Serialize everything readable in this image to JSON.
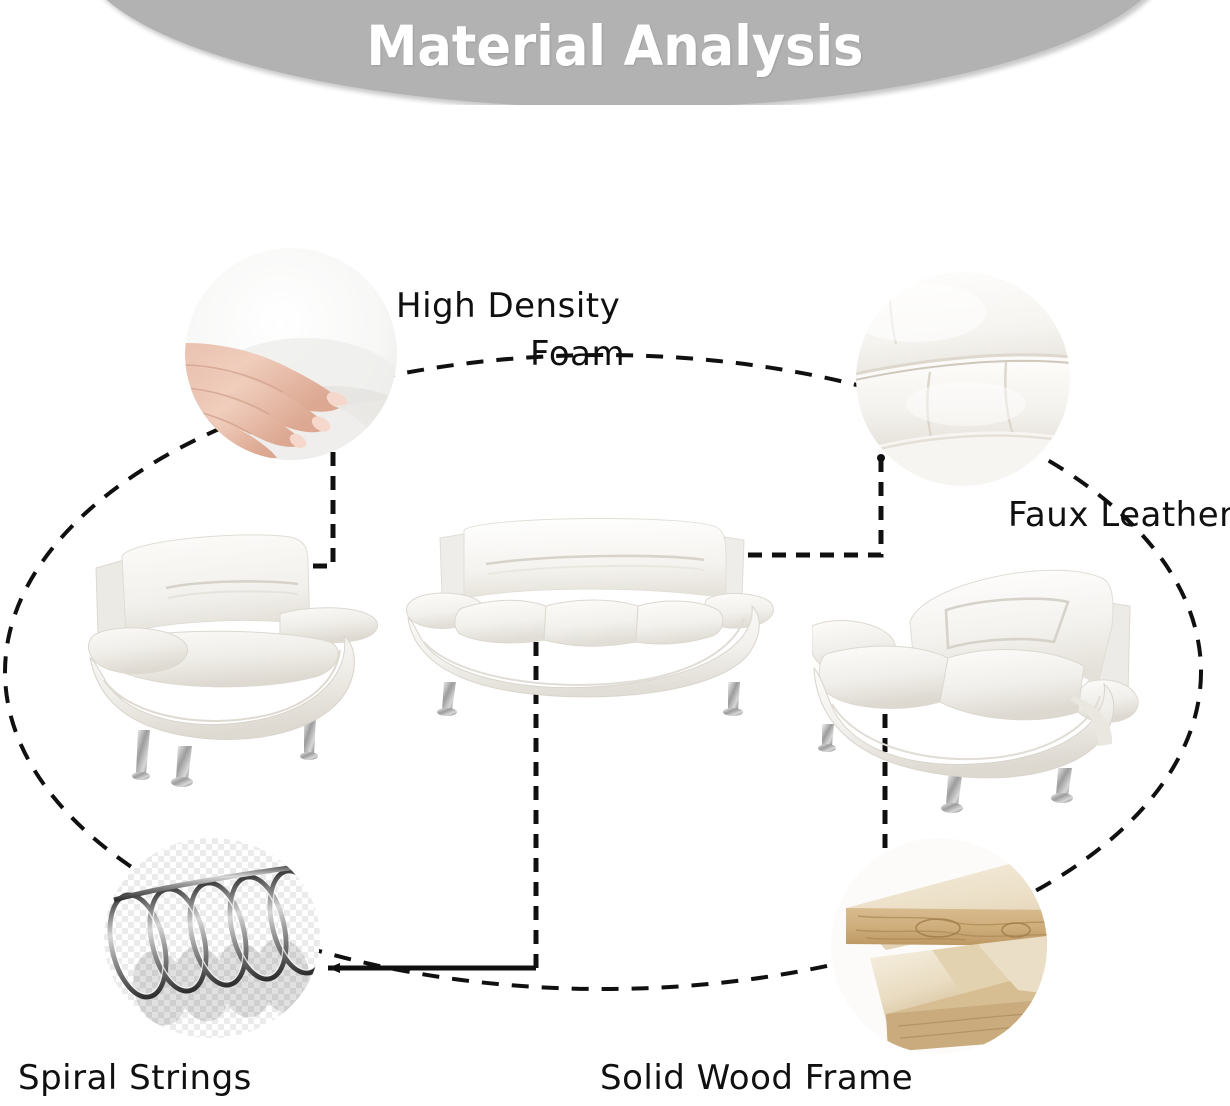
{
  "header": {
    "title": "Material Analysis",
    "banner_color": "#b2b2b2",
    "title_color": "#ffffff"
  },
  "diagram": {
    "background_color": "#ffffff",
    "line_color": "#101010",
    "ellipse_style": "dashed",
    "layout": "central dashed ellipse linking four circular material close-up photos to three sofa-set pieces"
  },
  "labels": {
    "foam_line1": "High Density",
    "foam_line2": "Foam",
    "leather": "Faux Leather",
    "spiral": "Spiral Strings",
    "wood": "Solid Wood Frame"
  },
  "callouts": [
    {
      "id": "high-density-foam",
      "label": "High Density Foam",
      "photo": "hand pressing white high density foam",
      "position": "top-left",
      "connector": "elbow line from circle down then left to armchair backrest"
    },
    {
      "id": "faux-leather",
      "label": "Faux Leather",
      "photo": "close-up of white faux leather upholstery seams",
      "position": "top-right",
      "connector": "elbow line from circle down then left to sofa backrest"
    },
    {
      "id": "spiral-strings",
      "label": "Spiral Strings",
      "photo": "metal coil spring on checkerboard background",
      "position": "bottom-left",
      "connector": "solid line right then dashed line up to sofa seat"
    },
    {
      "id": "solid-wood-frame",
      "label": "Solid Wood Frame",
      "photo": "stacked light pine wood boards",
      "position": "bottom-right",
      "connector": "vertical dashed line up to loveseat base"
    }
  ],
  "furniture": [
    {
      "id": "armchair",
      "name": "Armchair",
      "color": "#f0eeea",
      "legs": "chrome"
    },
    {
      "id": "sofa",
      "name": "Three Seat Sofa",
      "color": "#f4f2ee",
      "legs": "chrome"
    },
    {
      "id": "loveseat",
      "name": "Loveseat",
      "color": "#f1efeb",
      "legs": "chrome"
    }
  ],
  "colors": {
    "banner_gray": "#b2b2b2",
    "text_black": "#101010",
    "leather_white": "#f2f0ec",
    "wood_tan": "#d9bb8c",
    "spring_silver": "#9a9a9a"
  }
}
